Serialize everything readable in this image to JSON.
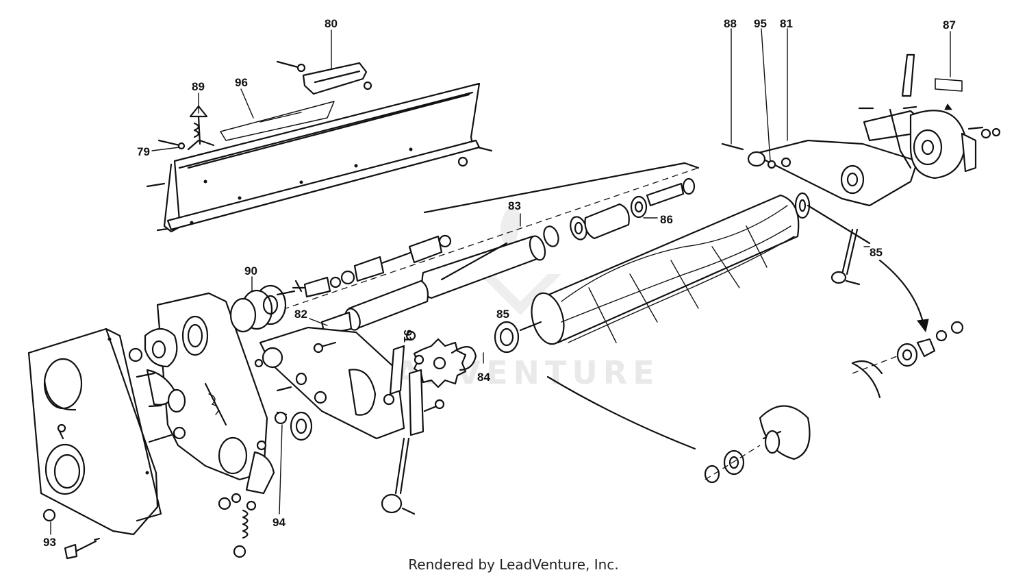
{
  "callouts": [
    {
      "id": "c80",
      "text": "80"
    },
    {
      "id": "c89",
      "text": "89"
    },
    {
      "id": "c96",
      "text": "96"
    },
    {
      "id": "c79",
      "text": "79"
    },
    {
      "id": "c88",
      "text": "88"
    },
    {
      "id": "c95",
      "text": "95"
    },
    {
      "id": "c81",
      "text": "81"
    },
    {
      "id": "c87",
      "text": "87"
    },
    {
      "id": "c83",
      "text": "83"
    },
    {
      "id": "c86",
      "text": "86"
    },
    {
      "id": "c85a",
      "text": "85"
    },
    {
      "id": "c90",
      "text": "90"
    },
    {
      "id": "c82",
      "text": "82"
    },
    {
      "id": "c85b",
      "text": "85"
    },
    {
      "id": "c91",
      "text": "91"
    },
    {
      "id": "c84",
      "text": "84"
    },
    {
      "id": "c94",
      "text": "94"
    },
    {
      "id": "c93",
      "text": "93"
    }
  ],
  "watermark": "LEADVENTURE",
  "footer": "Rendered by LeadVenture, Inc."
}
